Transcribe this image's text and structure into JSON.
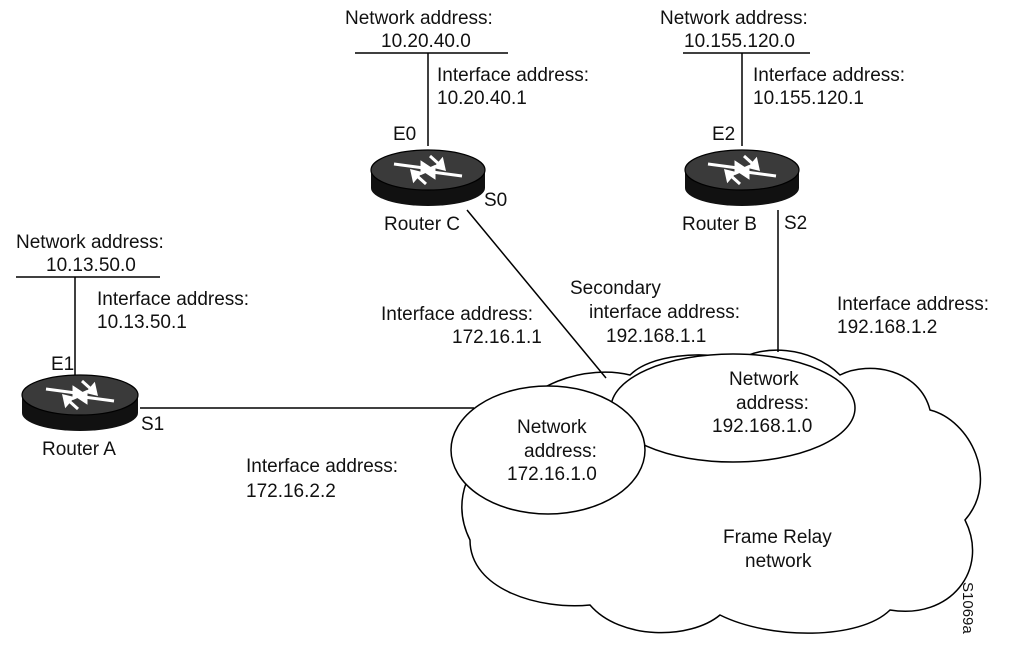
{
  "network_c": {
    "label": "Network address:",
    "addr": "10.20.40.0"
  },
  "network_b": {
    "label": "Network address:",
    "addr": "10.155.120.0"
  },
  "network_a": {
    "label": "Network address:",
    "addr": "10.13.50.0"
  },
  "iface_c_e0": {
    "label": "Interface address:",
    "addr": "10.20.40.1"
  },
  "iface_b_e2": {
    "label": "Interface address:",
    "addr": "10.155.120.1"
  },
  "iface_a_e1": {
    "label": "Interface address:",
    "addr": "10.13.50.1"
  },
  "router_c": {
    "name": "Router C",
    "port_top": "E0",
    "port_side": "S0"
  },
  "router_b": {
    "name": "Router B",
    "port_top": "E2",
    "port_side": "S2"
  },
  "router_a": {
    "name": "Router A",
    "port_top": "E1",
    "port_side": "S1"
  },
  "iface_c_s0": {
    "label": "Interface address:",
    "addr": "172.16.1.1"
  },
  "iface_c_secondary": {
    "line1": "Secondary",
    "line2": "interface address:",
    "addr": "192.168.1.1"
  },
  "iface_b_s2": {
    "label": "Interface address:",
    "addr": "192.168.1.2"
  },
  "iface_a_s1": {
    "label": "Interface address:",
    "addr": "172.16.2.2"
  },
  "net_172": {
    "line1": "Network",
    "line2": "address:",
    "addr": "172.16.1.0"
  },
  "net_192": {
    "line1": "Network",
    "line2": "address:",
    "addr": "192.168.1.0"
  },
  "frame_relay": {
    "line1": "Frame Relay",
    "line2": "network"
  },
  "figure_id": "S1069a"
}
